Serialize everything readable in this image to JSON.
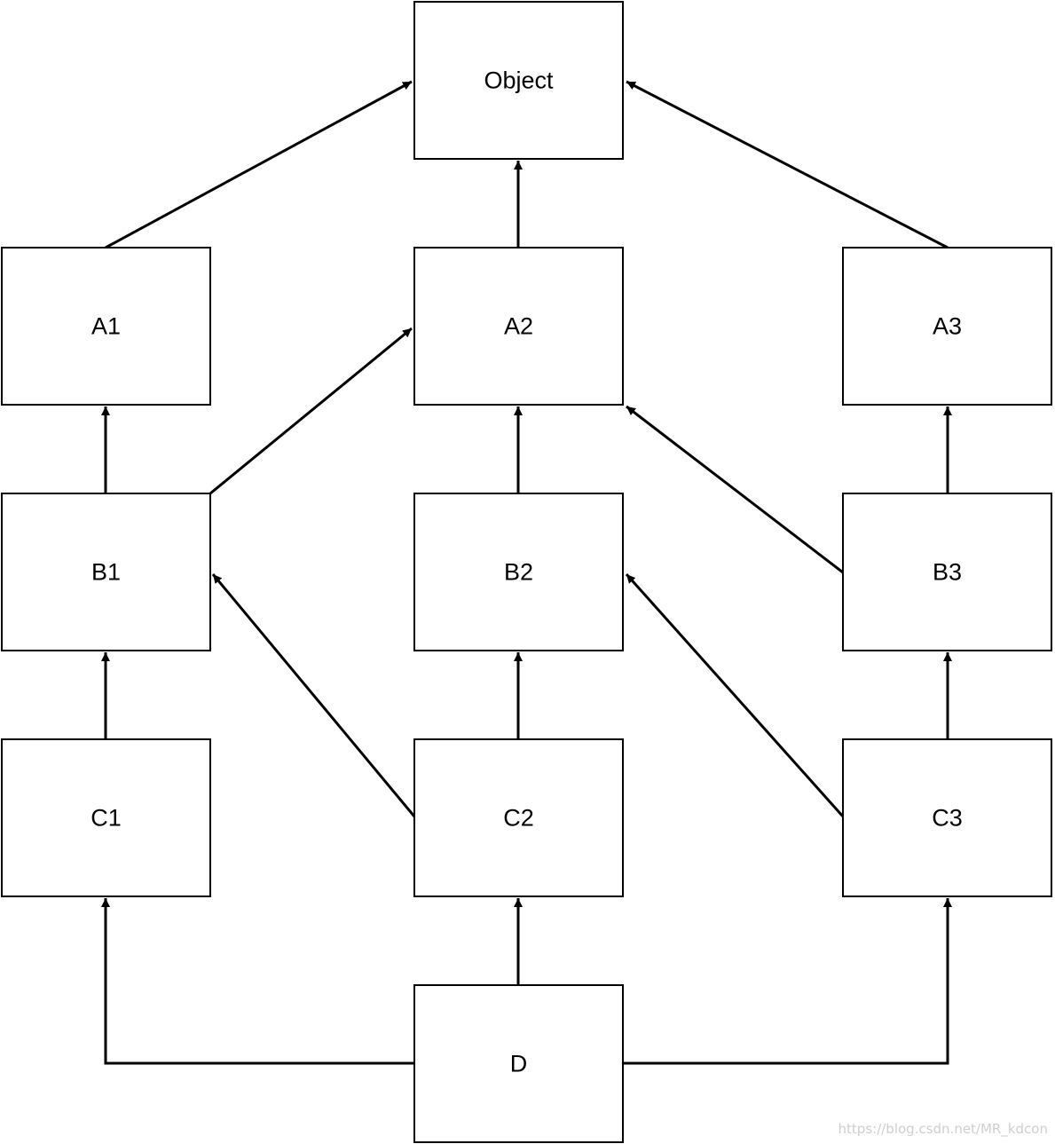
{
  "diagram": {
    "nodes": [
      {
        "id": "object",
        "label": "Object"
      },
      {
        "id": "a1",
        "label": "A1"
      },
      {
        "id": "a2",
        "label": "A2"
      },
      {
        "id": "a3",
        "label": "A3"
      },
      {
        "id": "b1",
        "label": "B1"
      },
      {
        "id": "b2",
        "label": "B2"
      },
      {
        "id": "b3",
        "label": "B3"
      },
      {
        "id": "c1",
        "label": "C1"
      },
      {
        "id": "c2",
        "label": "C2"
      },
      {
        "id": "c3",
        "label": "C3"
      },
      {
        "id": "d",
        "label": "D"
      }
    ],
    "edges": [
      {
        "from": "a1",
        "to": "object"
      },
      {
        "from": "a2",
        "to": "object"
      },
      {
        "from": "a3",
        "to": "object"
      },
      {
        "from": "b1",
        "to": "a1"
      },
      {
        "from": "b1",
        "to": "a2"
      },
      {
        "from": "b2",
        "to": "a2"
      },
      {
        "from": "b3",
        "to": "a2"
      },
      {
        "from": "b3",
        "to": "a3"
      },
      {
        "from": "c1",
        "to": "b1"
      },
      {
        "from": "c2",
        "to": "b1"
      },
      {
        "from": "c2",
        "to": "b2"
      },
      {
        "from": "c3",
        "to": "b2"
      },
      {
        "from": "c3",
        "to": "b3"
      },
      {
        "from": "d",
        "to": "c1"
      },
      {
        "from": "d",
        "to": "c2"
      },
      {
        "from": "d",
        "to": "c3"
      }
    ]
  },
  "watermark": "https://blog.csdn.net/MR_kdcon"
}
